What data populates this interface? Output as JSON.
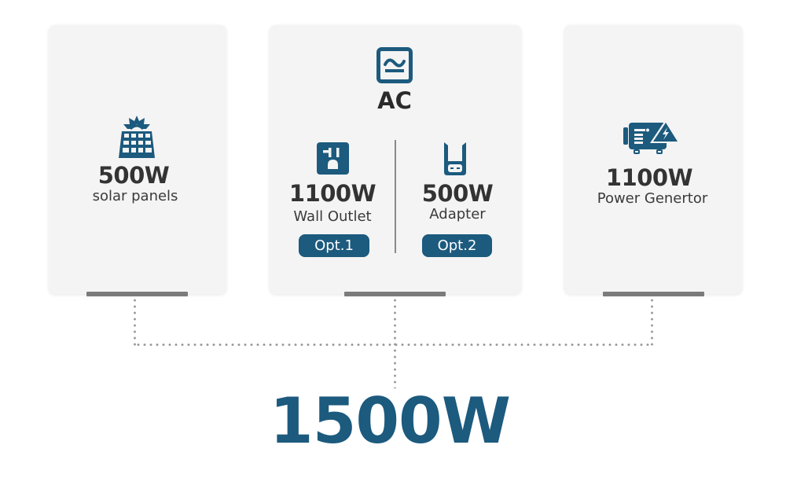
{
  "colors": {
    "accent": "#1c5a7e",
    "card_bg": "#f4f4f4",
    "bar": "#7b7b7b",
    "dots": "#9a9a9a",
    "text": "#333333"
  },
  "sources": [
    {
      "id": "solar",
      "icon": "solar-panel-icon",
      "watt": "500W",
      "label": "solar panels"
    },
    {
      "id": "ac",
      "icon": "ac-wave-icon",
      "title": "AC",
      "options": [
        {
          "icon": "wall-outlet-icon",
          "watt": "1100W",
          "label": "Wall Outlet",
          "badge": "Opt.1"
        },
        {
          "icon": "adapter-icon",
          "watt": "500W",
          "label": "Adapter",
          "badge": "Opt.2"
        }
      ]
    },
    {
      "id": "generator",
      "icon": "power-generator-icon",
      "watt": "1100W",
      "label": "Power Genertor"
    }
  ],
  "total": {
    "watt": "1500W"
  }
}
